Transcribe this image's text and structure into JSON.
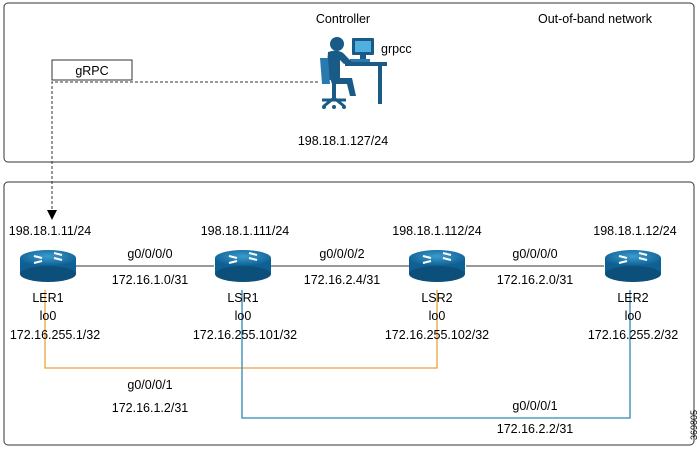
{
  "top_panel": {
    "title": "Out-of-band network",
    "grpc_label": "gRPC",
    "controller": {
      "title": "Controller",
      "app": "grpcc",
      "ip": "198.18.1.127/24"
    }
  },
  "routers": [
    {
      "name": "LER1",
      "mgmt_ip": "198.18.1.11/24",
      "loopback": "lo0",
      "loopback_ip": "172.16.255.1/32"
    },
    {
      "name": "LSR1",
      "mgmt_ip": "198.18.1.111/24",
      "loopback": "lo0",
      "loopback_ip": "172.16.255.101/32"
    },
    {
      "name": "LSR2",
      "mgmt_ip": "198.18.1.112/24",
      "loopback": "lo0",
      "loopback_ip": "172.16.255.102/32"
    },
    {
      "name": "LER2",
      "mgmt_ip": "198.18.1.12/24",
      "loopback": "lo0",
      "loopback_ip": "172.16.255.2/32"
    }
  ],
  "links": [
    {
      "interface": "g0/0/0/0",
      "subnet": "172.16.1.0/31"
    },
    {
      "interface": "g0/0/0/2",
      "subnet": "172.16.2.4/31"
    },
    {
      "interface": "g0/0/0/0",
      "subnet": "172.16.2.0/31"
    }
  ],
  "bypass_links": [
    {
      "interface": "g0/0/0/1",
      "subnet": "172.16.1.2/31",
      "color": "#e8a33a"
    },
    {
      "interface": "g0/0/0/1",
      "subnet": "172.16.2.2/31",
      "color": "#2f86b8"
    }
  ],
  "figure_id": "369805"
}
